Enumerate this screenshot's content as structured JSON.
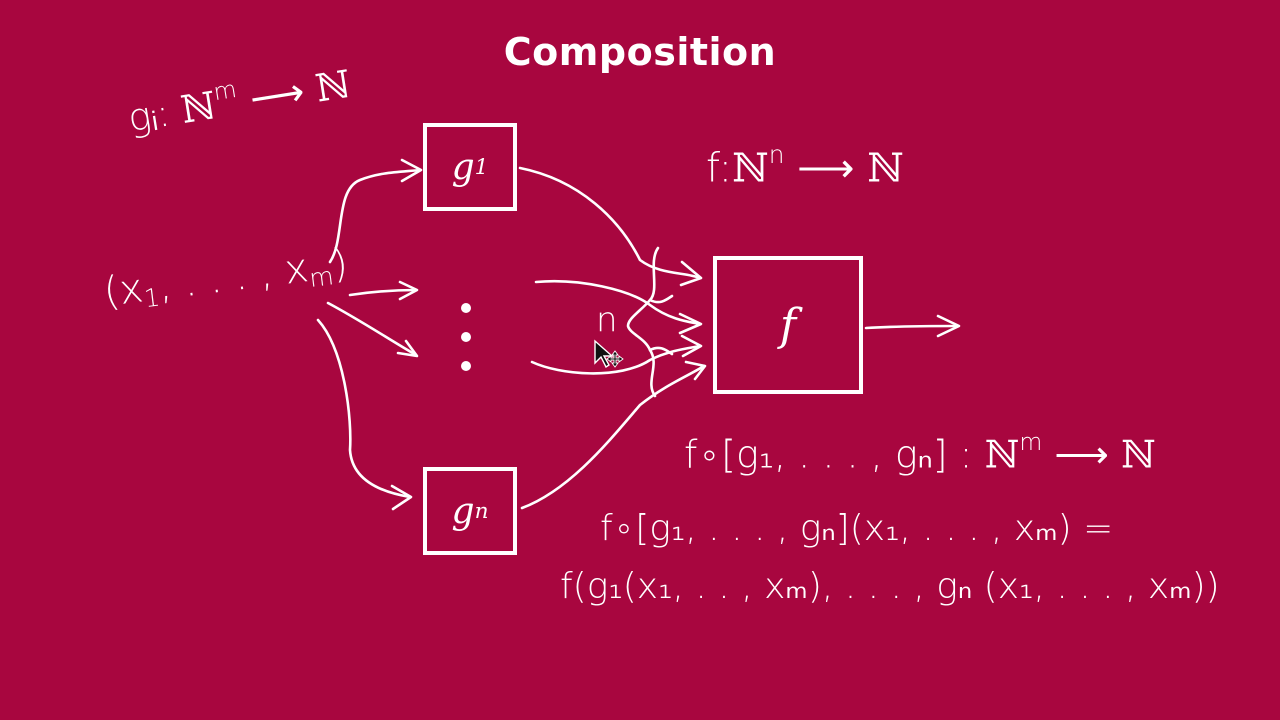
{
  "slide": {
    "title": "Composition",
    "boxes": {
      "g1": {
        "symbol": "g",
        "subscript": "1"
      },
      "gn": {
        "symbol": "g",
        "subscript": "n"
      },
      "f": {
        "symbol": "f"
      }
    },
    "notes": {
      "g_signature": {
        "name": "gᵢ",
        "sep": ":",
        "domain": "ℕ",
        "power": "m",
        "arrow": "⟶",
        "codomain": "ℕ"
      },
      "f_signature": {
        "name": "f",
        "sep": ":",
        "domain": "ℕ",
        "power": "n",
        "arrow": "⟶",
        "codomain": "ℕ"
      },
      "input_tuple": {
        "open": "(x",
        "sub1": "1",
        "mid": ", . . . , x",
        "subm": "m",
        "close": ")"
      },
      "n_label": "n",
      "composition_signature": {
        "expr": "f∘[g₁, . . . , gₙ] :",
        "domain": "ℕ",
        "power": "m",
        "arrow": "⟶",
        "codomain": "ℕ"
      },
      "equation_line1": "f∘[g₁, . . . , gₙ](x₁, . . . , xₘ) =",
      "equation_line2": "f(g₁(x₁, . . , xₘ), . . . , gₙ (x₁, . . . , xₘ))"
    },
    "icons": [
      "arrow-cursor-icon",
      "move-cursor-icon"
    ],
    "colors": {
      "background": "#a8063f",
      "foreground": "#ffffff"
    }
  }
}
